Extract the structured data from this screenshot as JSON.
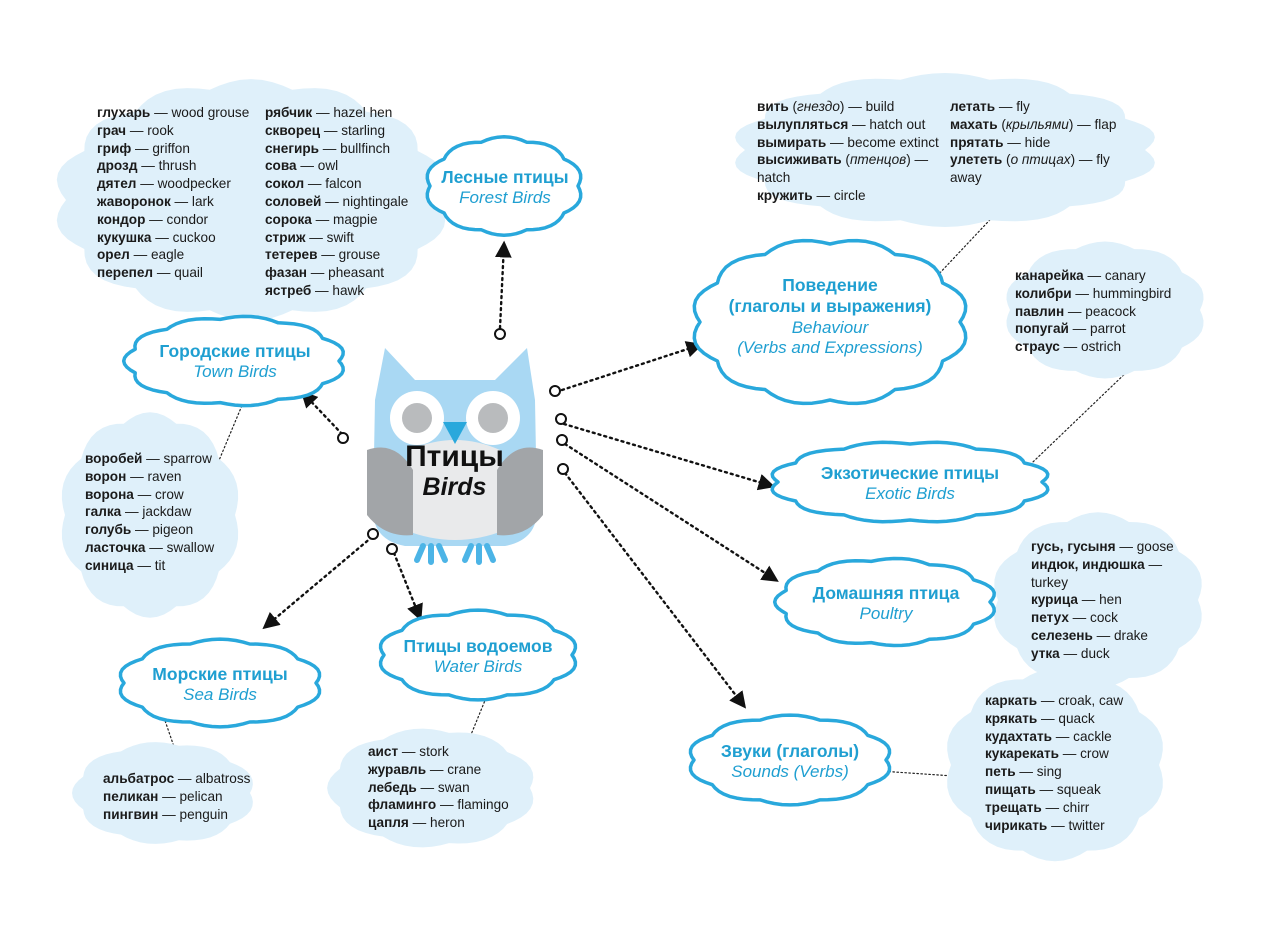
{
  "center": {
    "ru": "Птицы",
    "en": "Birds"
  },
  "topics": {
    "forest": {
      "ru": "Лесные птицы",
      "en": "Forest Birds"
    },
    "town": {
      "ru": "Городские птицы",
      "en": "Town Birds"
    },
    "behaviour": {
      "ru1": "Поведение",
      "ru2": "(глаголы и выражения)",
      "en1": "Behaviour",
      "en2": "(Verbs and Expressions)"
    },
    "exotic": {
      "ru": "Экзотические птицы",
      "en": "Exotic Birds"
    },
    "poultry": {
      "ru": "Домашняя птица",
      "en": "Poultry"
    },
    "sounds": {
      "ru": "Звуки (глаголы)",
      "en": "Sounds (Verbs)"
    },
    "sea": {
      "ru": "Морские птицы",
      "en": "Sea Birds"
    },
    "water": {
      "ru": "Птицы водоемов",
      "en": "Water Birds"
    }
  },
  "vocab": {
    "forest_col1": [
      {
        "ru": "глухарь",
        "en": " — wood grouse"
      },
      {
        "ru": "грач",
        "en": " — rook"
      },
      {
        "ru": "гриф",
        "en": " — griffon"
      },
      {
        "ru": "дрозд",
        "en": " — thrush"
      },
      {
        "ru": "дятел",
        "en": " — woodpecker"
      },
      {
        "ru": "жаворонок",
        "en": " — lark"
      },
      {
        "ru": "кондор",
        "en": " — condor"
      },
      {
        "ru": "кукушка",
        "en": " — cuckoo"
      },
      {
        "ru": "орел",
        "en": " — eagle"
      },
      {
        "ru": "перепел",
        "en": " — quail"
      }
    ],
    "forest_col2": [
      {
        "ru": "рябчик",
        "en": " — hazel hen"
      },
      {
        "ru": "скворец",
        "en": " — starling"
      },
      {
        "ru": "снегирь",
        "en": " — bullfinch"
      },
      {
        "ru": "сова",
        "en": " — owl"
      },
      {
        "ru": "сокол",
        "en": " — falcon"
      },
      {
        "ru": "соловей",
        "en": " — nightingale"
      },
      {
        "ru": "сорока",
        "en": " — magpie"
      },
      {
        "ru": "стриж",
        "en": " — swift"
      },
      {
        "ru": "тетерев",
        "en": " — grouse"
      },
      {
        "ru": "фазан",
        "en": " — pheasant"
      },
      {
        "ru": "ястреб",
        "en": " — hawk"
      }
    ],
    "town": [
      {
        "ru": "воробей",
        "en": " — sparrow"
      },
      {
        "ru": "ворон",
        "en": " — raven"
      },
      {
        "ru": "ворона",
        "en": " — crow"
      },
      {
        "ru": "галка",
        "en": " — jackdaw"
      },
      {
        "ru": "голубь",
        "en": " — pigeon"
      },
      {
        "ru": "ласточка",
        "en": " — swallow"
      },
      {
        "ru": "синица",
        "en": " — tit"
      }
    ],
    "behaviour_col1": [
      {
        "ru": "вить",
        "note": "гнездо",
        "en": " — build"
      },
      {
        "ru": "вылупляться",
        "en": " — hatch out"
      },
      {
        "ru": "вымирать",
        "en": " — become extinct"
      },
      {
        "ru": "высиживать",
        "note": "птенцов",
        "en": " —"
      },
      {
        "ru": "",
        "en": "hatch"
      },
      {
        "ru": "кружить",
        "en": " — circle"
      }
    ],
    "behaviour_col2": [
      {
        "ru": "летать",
        "en": " — fly"
      },
      {
        "ru": "махать",
        "note": "крыльями",
        "en": " — flap"
      },
      {
        "ru": "прятать",
        "en": " — hide"
      },
      {
        "ru": "улететь",
        "note": "о птицах",
        "en": " — fly"
      },
      {
        "ru": "",
        "en": "away"
      }
    ],
    "exotic": [
      {
        "ru": "канарейка",
        "en": " — canary"
      },
      {
        "ru": "колибри",
        "en": " — hummingbird"
      },
      {
        "ru": "павлин",
        "en": " — peacock"
      },
      {
        "ru": "попугай",
        "en": " — parrot"
      },
      {
        "ru": "страус",
        "en": " — ostrich"
      }
    ],
    "poultry": [
      {
        "ru": "гусь, гусыня",
        "en": " — goose"
      },
      {
        "ru": "индюк, индюшка",
        "en": " —"
      },
      {
        "ru": "",
        "en": "turkey"
      },
      {
        "ru": "курица",
        "en": " — hen"
      },
      {
        "ru": "петух",
        "en": " — cock"
      },
      {
        "ru": "селезень",
        "en": " — drake"
      },
      {
        "ru": "утка",
        "en": " — duck"
      }
    ],
    "sounds": [
      {
        "ru": "каркать",
        "en": " — croak, caw"
      },
      {
        "ru": "крякать",
        "en": " — quack"
      },
      {
        "ru": "кудахтать",
        "en": " — cackle"
      },
      {
        "ru": "кукарекать",
        "en": " — crow"
      },
      {
        "ru": "петь",
        "en": " — sing"
      },
      {
        "ru": "пищать",
        "en": " — squeak"
      },
      {
        "ru": "трещать",
        "en": " — chirr"
      },
      {
        "ru": "чирикать",
        "en": " — twitter"
      }
    ],
    "sea": [
      {
        "ru": "альбатрос",
        "en": " — albatross"
      },
      {
        "ru": "пеликан",
        "en": " — pelican"
      },
      {
        "ru": "пингвин",
        "en": " — penguin"
      }
    ],
    "water": [
      {
        "ru": "аист",
        "en": " — stork"
      },
      {
        "ru": "журавль",
        "en": " — crane"
      },
      {
        "ru": "лебедь",
        "en": " — swan"
      },
      {
        "ru": "фламинго",
        "en": " — flamingo"
      },
      {
        "ru": "цапля",
        "en": " — heron"
      }
    ]
  },
  "colors": {
    "cloud_fill": "#dff0fa",
    "cloud_stroke": "#29a8dc",
    "accent_text": "#1f9fd1",
    "owl_body": "#a9d8f3",
    "owl_belly": "#e9eaeb",
    "owl_wing": "#a2a5a8"
  }
}
